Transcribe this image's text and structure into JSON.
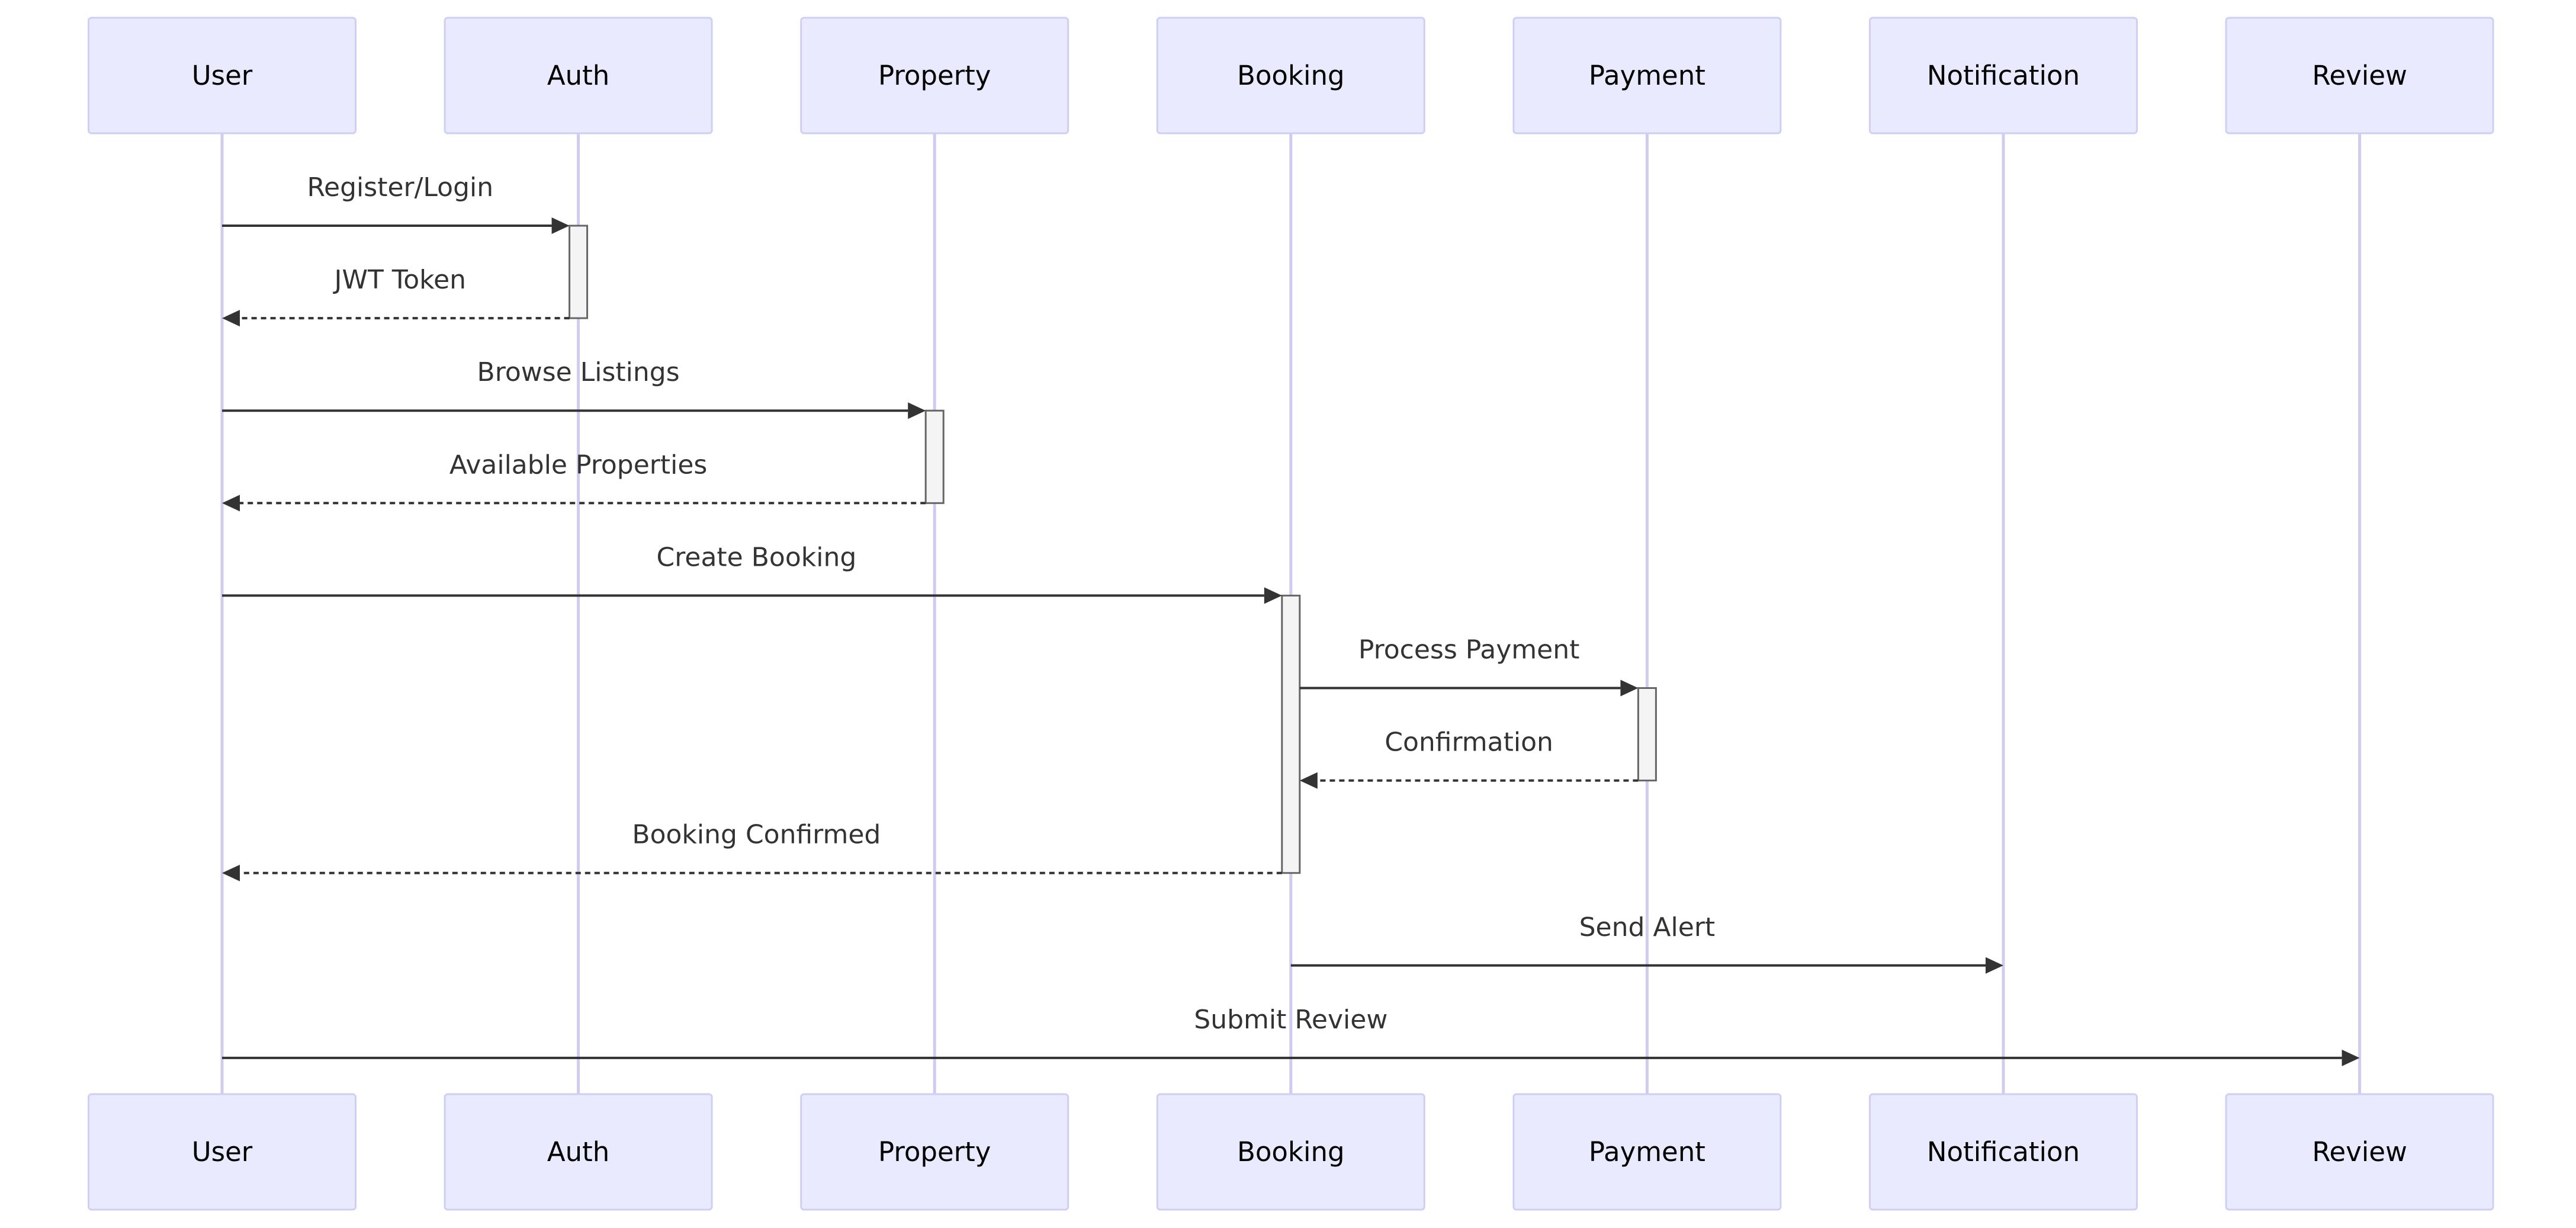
{
  "actors": [
    "User",
    "Auth",
    "Property",
    "Booking",
    "Payment",
    "Notification",
    "Review"
  ],
  "messages": [
    {
      "from": "User",
      "to": "Auth",
      "label": "Register/Login",
      "style": "solid"
    },
    {
      "from": "Auth",
      "to": "User",
      "label": "JWT Token",
      "style": "dashed"
    },
    {
      "from": "User",
      "to": "Property",
      "label": "Browse Listings",
      "style": "solid"
    },
    {
      "from": "Property",
      "to": "User",
      "label": "Available Properties",
      "style": "dashed"
    },
    {
      "from": "User",
      "to": "Booking",
      "label": "Create Booking",
      "style": "solid"
    },
    {
      "from": "Booking",
      "to": "Payment",
      "label": "Process Payment",
      "style": "solid"
    },
    {
      "from": "Payment",
      "to": "Booking",
      "label": "Confirmation",
      "style": "dashed"
    },
    {
      "from": "Booking",
      "to": "User",
      "label": "Booking Confirmed",
      "style": "dashed"
    },
    {
      "from": "Booking",
      "to": "Notification",
      "label": "Send Alert",
      "style": "solid"
    },
    {
      "from": "User",
      "to": "Review",
      "label": "Submit Review",
      "style": "solid"
    }
  ],
  "activations": [
    {
      "actor": "Auth",
      "from_msg": 0,
      "to_msg": 1
    },
    {
      "actor": "Property",
      "from_msg": 2,
      "to_msg": 3
    },
    {
      "actor": "Booking",
      "from_msg": 4,
      "to_msg": 7
    },
    {
      "actor": "Payment",
      "from_msg": 5,
      "to_msg": 6
    }
  ],
  "colors": {
    "actor_fill": "#eaeaff",
    "actor_border": "#cfcff5",
    "lifeline": "#d0cbef",
    "message_line": "#333333",
    "activation_fill": "#f4f4f4"
  }
}
